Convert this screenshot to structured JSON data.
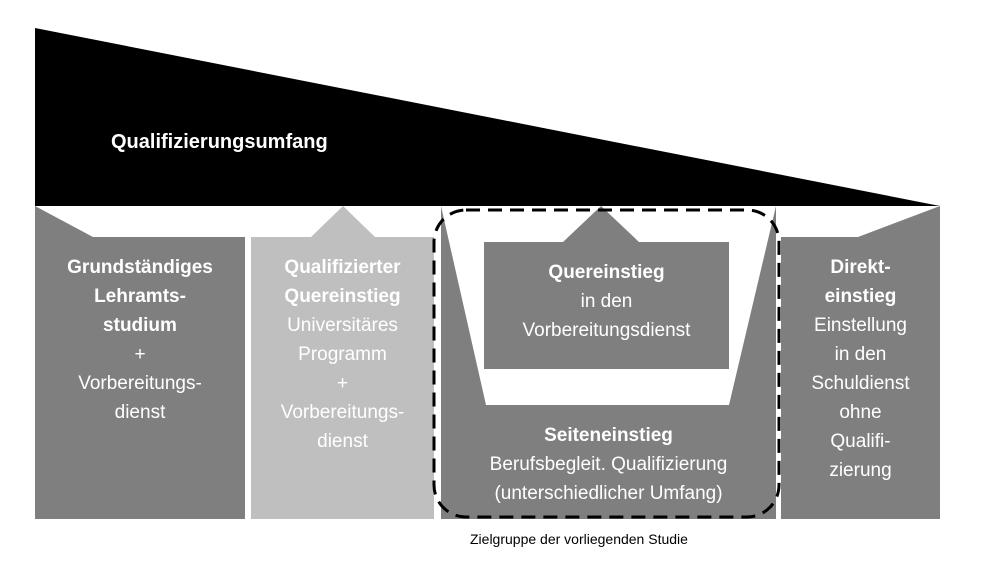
{
  "header": {
    "label": "Qualifizierungsumfang"
  },
  "boxes": {
    "grundstaendig": {
      "bold1": "Grundständiges",
      "bold2": "Lehramts-",
      "bold3": "studium",
      "plus": "+",
      "line1": "Vorbereitungs-",
      "line2": "dienst"
    },
    "qualifiziert": {
      "bold1": "Qualifizierter",
      "bold2": "Quereinstieg",
      "line1": "Universitäres",
      "line2": "Programm",
      "plus": "+",
      "line3": "Vorbereitungs-",
      "line4": "dienst"
    },
    "quereinstieg_vd": {
      "bold1": "Quereinstieg",
      "line1": "in den",
      "line2": "Vorbereitungsdienst"
    },
    "seiteneinstieg": {
      "bold1": "Seiteneinstieg",
      "line1": "Berufsbegleit. Qualifizierung",
      "line2": "(unterschiedlicher Umfang)"
    },
    "direkteinstieg": {
      "bold1": "Direkt-",
      "bold2": "einstieg",
      "line1": "Einstellung",
      "line2": "in den",
      "line3": "Schuldienst",
      "line4": "ohne",
      "line5": "Qualifi-",
      "line6": "zierung"
    }
  },
  "caption": "Zielgruppe der vorliegenden Studie",
  "colors": {
    "wedge": "#000000",
    "dark_box": "#7f7f7f",
    "light_box": "#bfbfbf",
    "text": "#ffffff",
    "dashed_outline": "#000000"
  }
}
